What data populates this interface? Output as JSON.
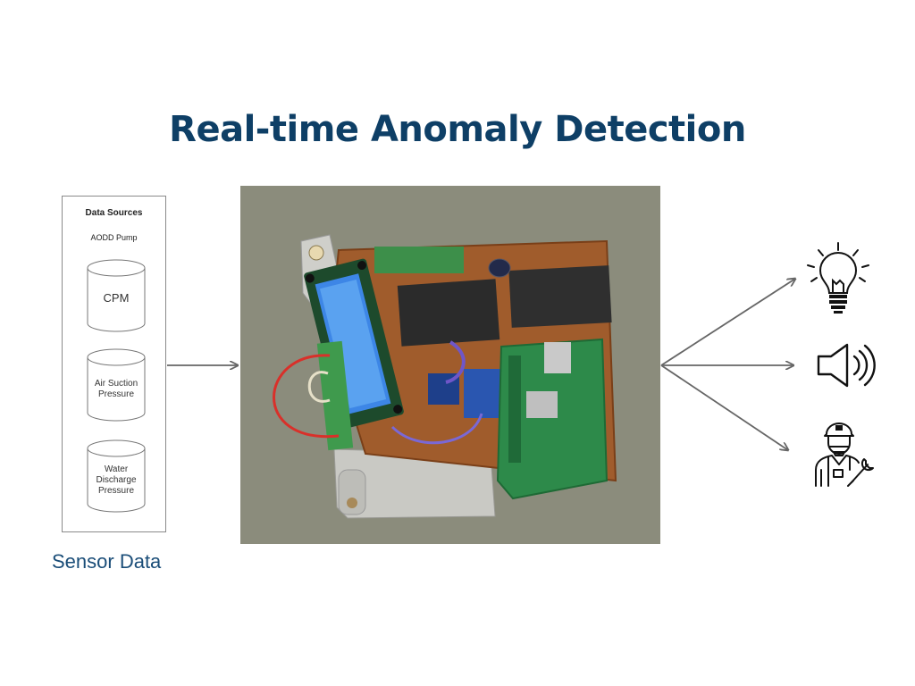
{
  "title": "Real-time Anomaly Detection",
  "data_sources": {
    "heading": "Data Sources",
    "subheading": "AODD Pump",
    "items": [
      "CPM",
      "Air Suction\nPressure",
      "Water\nDischarge\nPressure"
    ]
  },
  "sensor_label": "Sensor Data",
  "outputs": {
    "icons": [
      "light-bulb-icon",
      "speaker-icon",
      "technician-icon"
    ]
  },
  "colors": {
    "title": "#0e3f66",
    "sensor_label": "#1a4d78",
    "arrow": "#666666",
    "photo_background": "#8b8c7c"
  }
}
